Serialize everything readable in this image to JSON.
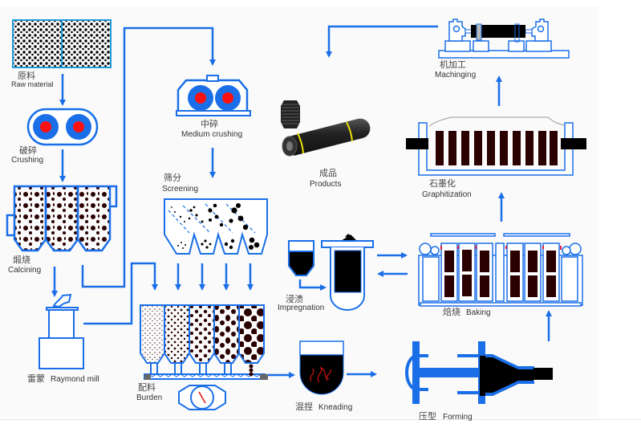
{
  "diagram": {
    "title": "Graphite electrode production process flow",
    "colors": {
      "line": "#1a6fe8",
      "equipment": "#1a6fe8",
      "roller_core": "#ff1010",
      "particle": "#2a0000",
      "carbon": "#000000",
      "electrode_band": "#e8e000",
      "background": "#fafafa"
    },
    "steps": {
      "raw_material": {
        "zh": "原料",
        "en": "Raw material"
      },
      "crushing": {
        "zh": "破碎",
        "en": "Crushing"
      },
      "calcining": {
        "zh": "煅烧",
        "en": "Calcining"
      },
      "raymond_mill": {
        "zh": "雷蒙",
        "en": "Raymond mill"
      },
      "medium_crushing": {
        "zh": "中碎",
        "en": "Medium crushing"
      },
      "screening": {
        "zh": "筛分",
        "en": "Screening"
      },
      "burden": {
        "zh": "配料",
        "en": "Burden"
      },
      "kneading": {
        "zh": "混捏",
        "en": "Kneading"
      },
      "forming": {
        "zh": "压型",
        "en": "Forming"
      },
      "impregnation": {
        "zh": "浸渍",
        "en": "Impregnation"
      },
      "baking": {
        "zh": "焙烧",
        "en": "Baking"
      },
      "graphitization": {
        "zh": "石墨化",
        "en": "Graphitization"
      },
      "machining": {
        "zh": "机加工",
        "en": "Machinging"
      },
      "products": {
        "zh": "成品",
        "en": "Products"
      }
    },
    "flow": [
      "raw_material -> crushing",
      "crushing -> calcining",
      "calcining -> raymond_mill",
      "calcining -> medium_crushing",
      "medium_crushing -> screening",
      "screening -> burden",
      "raymond_mill -> burden",
      "burden -> kneading",
      "kneading -> forming",
      "forming -> baking",
      "baking <-> impregnation",
      "baking -> graphitization",
      "graphitization -> machining",
      "machining -> products"
    ]
  }
}
